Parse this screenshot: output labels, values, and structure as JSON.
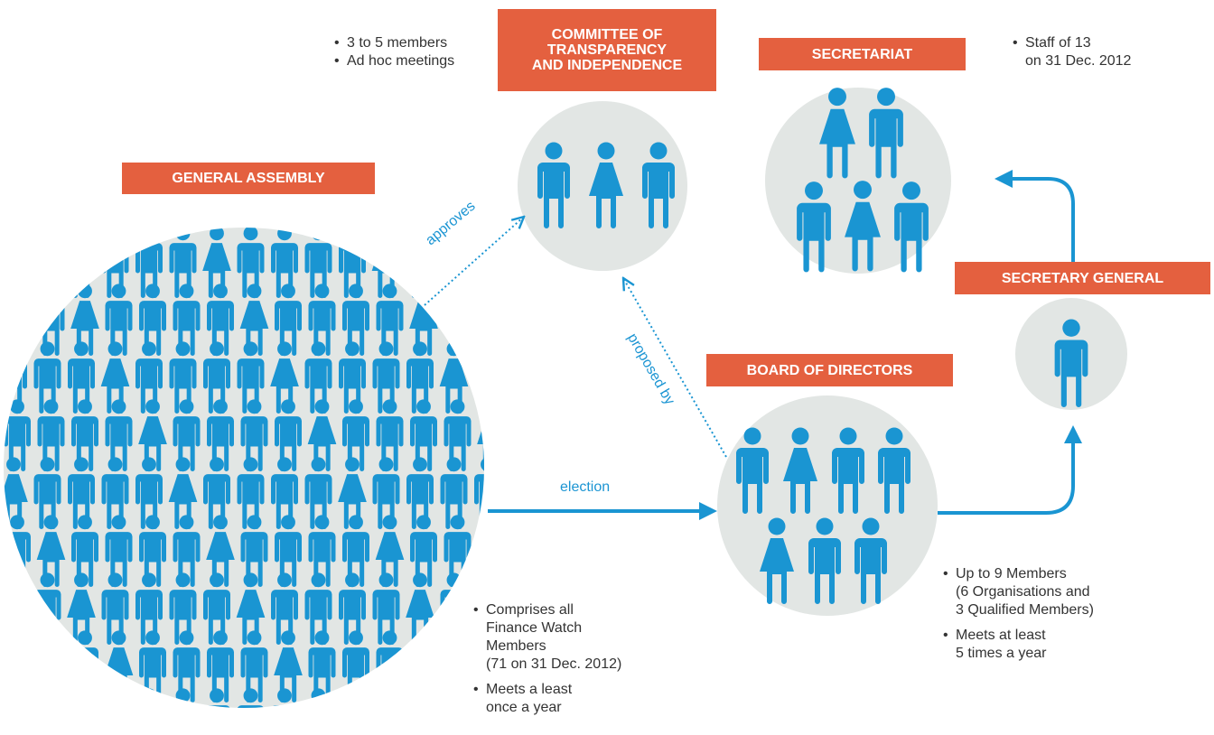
{
  "colors": {
    "accent": "#e4603f",
    "person": "#1a95d2",
    "circle": "#e2e6e4",
    "arrow": "#1a95d2"
  },
  "nodes": {
    "general_assembly": {
      "title": "GENERAL ASSEMBLY",
      "notes": [
        "Comprises all\nFinance Watch\nMembers\n(71 on 31 Dec. 2012)",
        "Meets a least\nonce a year"
      ]
    },
    "committee": {
      "title": "COMMITTEE OF\nTRANSPARENCY\nAND INDEPENDENCE",
      "notes": [
        "3 to 5 members",
        "Ad hoc meetings"
      ]
    },
    "secretariat": {
      "title": "SECRETARIAT",
      "notes": [
        "Staff of 13\non 31 Dec. 2012"
      ]
    },
    "secretary_general": {
      "title": "SECRETARY GENERAL"
    },
    "board": {
      "title": "BOARD OF DIRECTORS",
      "notes": [
        "Up to 9 Members\n(6 Organisations and\n3 Qualified Members)",
        "Meets at least\n5 times a year"
      ]
    }
  },
  "edges": {
    "election": "election",
    "approves": "approves",
    "proposed_by": "proposed by"
  },
  "icons": {
    "person_male": "person-male-icon",
    "person_female": "person-female-icon"
  }
}
